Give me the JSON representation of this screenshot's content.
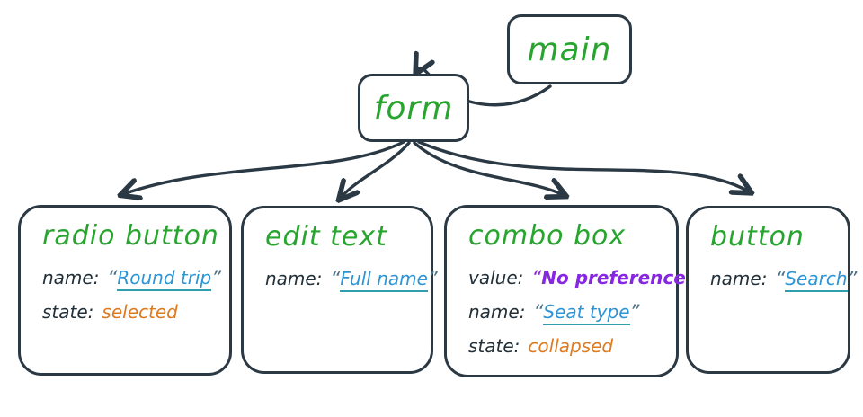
{
  "palette": {
    "ink": "#2b3944",
    "title_green": "#28a52f",
    "name_blue": "#2c95d6",
    "underline_teal": "#2f9fae",
    "state_orange": "#dd7a1f",
    "value_purple": "#8727e2",
    "background": "#ffffff"
  },
  "punctuation": {
    "open_quote": "“",
    "close_quote": "”"
  },
  "nodes": {
    "main": {
      "label": "main"
    },
    "form": {
      "label": "form"
    },
    "children": [
      {
        "title": "radio button",
        "rows": [
          {
            "label": "name:",
            "value": "Round trip"
          },
          {
            "label": "state:",
            "value": "selected"
          }
        ]
      },
      {
        "title": "edit text",
        "rows": [
          {
            "label": "name:",
            "value": "Full name"
          }
        ]
      },
      {
        "title": "combo box",
        "rows": [
          {
            "label": "value:",
            "value": "No preference"
          },
          {
            "label": "name:",
            "value": "Seat type"
          },
          {
            "label": "state:",
            "value": "collapsed"
          }
        ]
      },
      {
        "title": "button",
        "rows": [
          {
            "label": "name:",
            "value": "Search"
          }
        ]
      }
    ]
  }
}
